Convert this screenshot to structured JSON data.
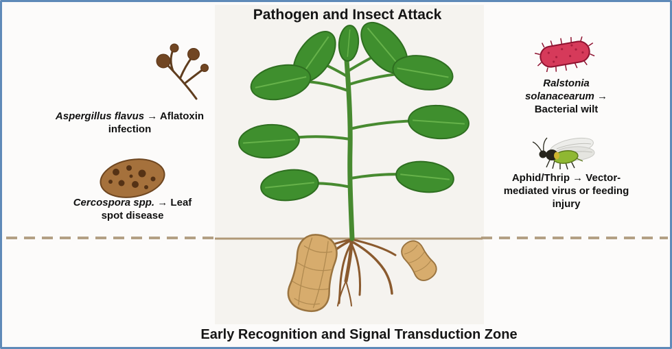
{
  "titles": {
    "top": "Pathogen and Insect Attack",
    "bottom": "Early Recognition and Signal Transduction Zone"
  },
  "annotations": {
    "aspergillus": {
      "species": "Aspergillus flavus",
      "effect": "→ Aflatoxin",
      "effect_line2": "infection"
    },
    "cercospora": {
      "species": "Cercospora spp.",
      "effect": "→ Leaf",
      "effect_line2": "spot disease"
    },
    "ralstonia": {
      "species_line1": "Ralstonia",
      "species_line2": "solanacearum →",
      "effect": "Bacterial wilt"
    },
    "aphid_thrip": {
      "line1": "Aphid/Thrip → Vector-",
      "line2": "mediated virus or feeding",
      "line3": "injury"
    }
  },
  "icons": {
    "fungus_icon": "aspergillus-conidiophore",
    "infected_seed_icon": "cercospora-leaf-spot-seed",
    "bacterium_icon": "ralstonia-bacterium",
    "insect_icon": "aphid-thrip",
    "plant_illustration": "peanut-plant-with-pods"
  },
  "colors": {
    "border": "#5f8ab8",
    "leaf_green": "#3f8f2e",
    "stem_green": "#478a30",
    "root_brown": "#8a5a2e",
    "peanut_tan": "#d7ac6d",
    "fungus_brown": "#6b4423",
    "seed_brown": "#a5713c",
    "bacteria_red": "#d63a5a",
    "soil_line": "#b3a084",
    "text": "#111111"
  }
}
